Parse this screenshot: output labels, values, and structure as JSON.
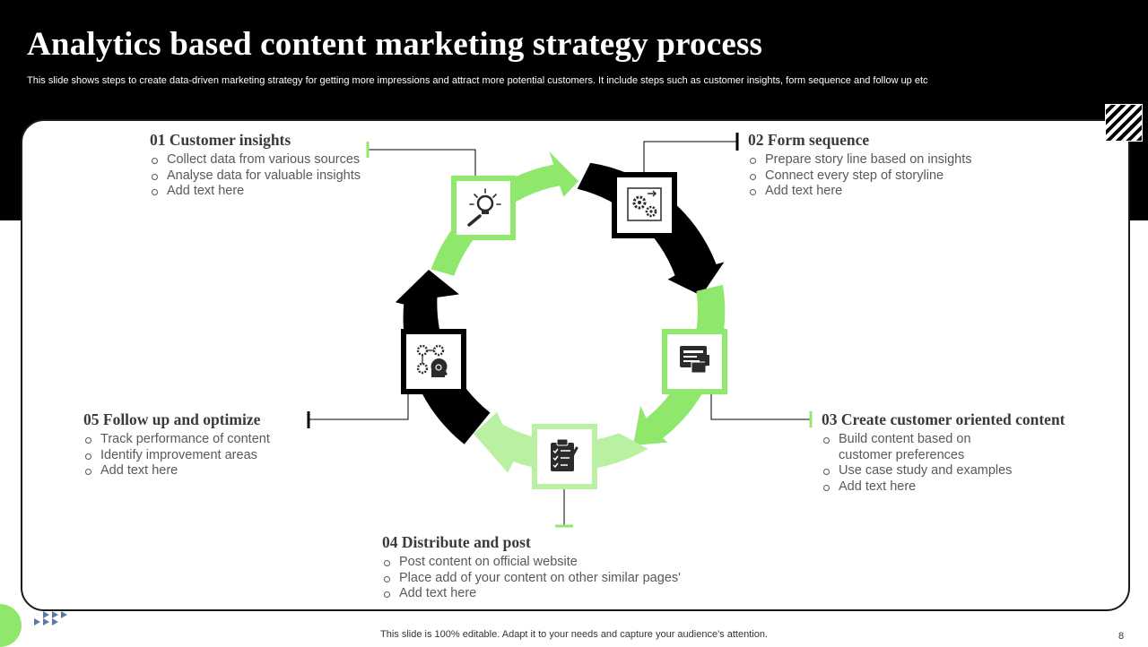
{
  "slide": {
    "title": "Analytics based content marketing strategy process",
    "subtitle": "This slide shows steps to create data-driven marketing strategy for getting more impressions and attract more potential customers. It include steps such as customer insights, form sequence and follow up etc",
    "footer": "This slide is 100% editable. Adapt it to your needs and capture your audience's attention.",
    "page_number": "8"
  },
  "colors": {
    "black": "#000000",
    "green": "#8fe86b",
    "pale_green": "#b9f0a1",
    "text": "#595959"
  },
  "steps": [
    {
      "title": "01 Customer insights",
      "icon": "lightbulb-magnifier-icon",
      "items": [
        "Collect data from various sources",
        "Analyse data for valuable insights",
        "Add text here"
      ]
    },
    {
      "title": "02  Form sequence",
      "icon": "gears-flow-icon",
      "items": [
        "Prepare story line based on insights",
        "Connect every step of storyline",
        "Add text here"
      ]
    },
    {
      "title": "03  Create customer oriented content",
      "icon": "content-monitor-icon",
      "items": [
        "Build content based on customer preferences",
        "Use case study and examples",
        "Add text here"
      ]
    },
    {
      "title": "04  Distribute and post",
      "icon": "clipboard-checklist-icon",
      "items": [
        "Post content on official website",
        "Place add of your content on other similar pages'",
        "Add text here"
      ]
    },
    {
      "title": "05  Follow up and optimize",
      "icon": "gears-head-icon",
      "items": [
        "Track performance of content",
        "Identify improvement areas",
        "Add text here"
      ]
    }
  ]
}
